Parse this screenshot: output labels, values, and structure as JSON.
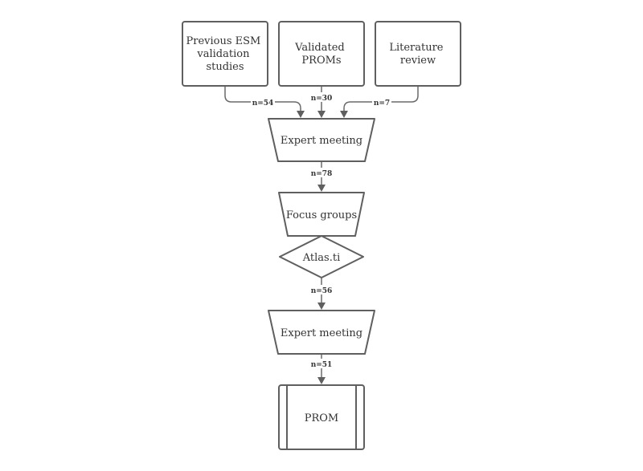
{
  "nodes": {
    "esm_studies": {
      "lines": [
        "Previous ESM",
        "validation",
        "studies"
      ]
    },
    "validated_proms": {
      "lines": [
        "Validated",
        "PROMs"
      ]
    },
    "literature_review": {
      "lines": [
        "Literature",
        "review"
      ]
    },
    "expert_meeting_1": {
      "label": "Expert meeting"
    },
    "focus_groups": {
      "label": "Focus groups"
    },
    "atlas_ti": {
      "label": "Atlas.ti"
    },
    "expert_meeting_2": {
      "label": "Expert meeting"
    },
    "prom": {
      "label": "PROM"
    }
  },
  "edges": {
    "esm_to_meeting": {
      "label": "n=54"
    },
    "proms_to_meeting": {
      "label": "n=30"
    },
    "literature_to_meeting": {
      "label": "n=7"
    },
    "meeting_to_focus": {
      "label": "n=78"
    },
    "atlas_to_meeting": {
      "label": "n=56"
    },
    "meeting_to_prom": {
      "label": "n=51"
    }
  }
}
